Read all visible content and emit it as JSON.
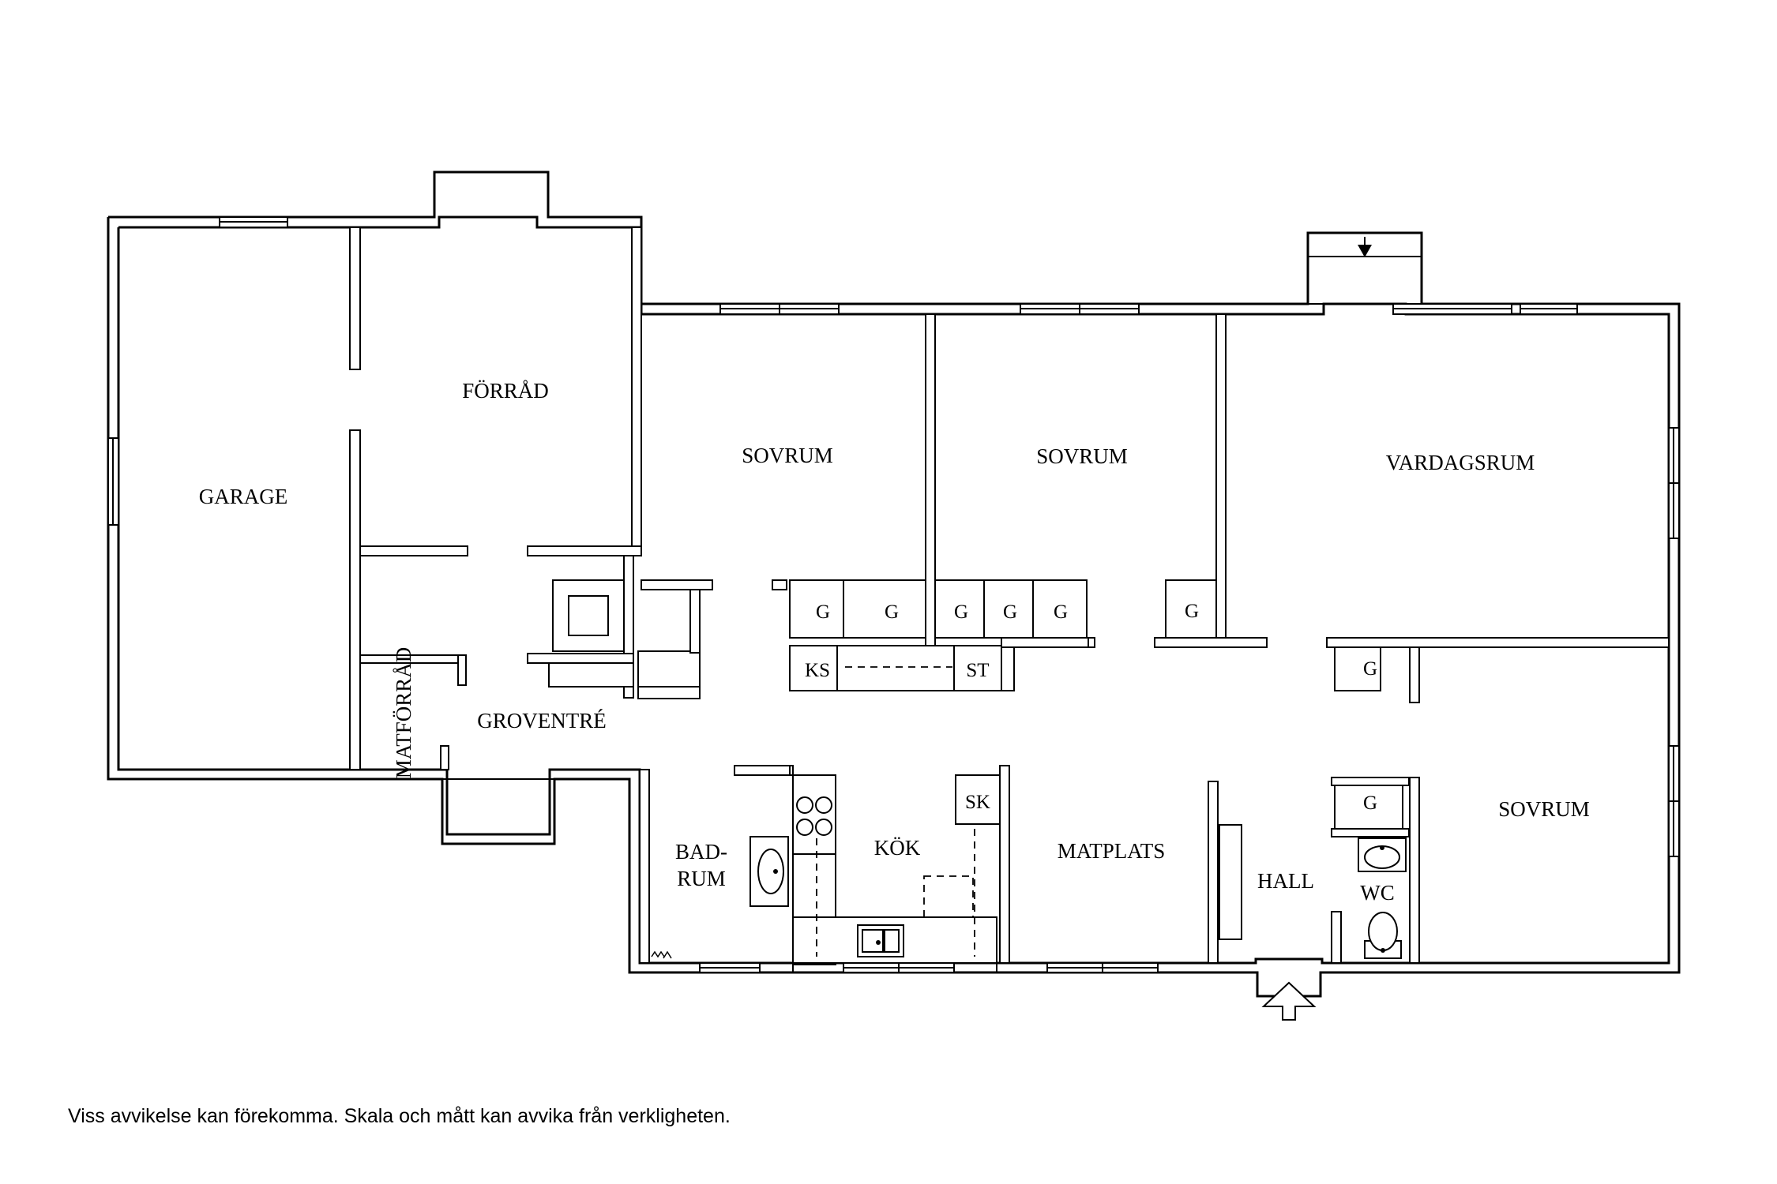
{
  "rooms": {
    "garage": "GARAGE",
    "forrad": "FÖRRÅD",
    "matforrad": "MATFÖRRÅD",
    "groventre": "GROVENTRÉ",
    "sovrum_1": "SOVRUM",
    "sovrum_2": "SOVRUM",
    "vardagsrum": "VARDAGSRUM",
    "sovrum_3": "SOVRUM",
    "badrum_line1": "BAD-",
    "badrum_line2": "RUM",
    "kok": "KÖK",
    "matplats": "MATPLATS",
    "hall": "HALL",
    "wc": "WC"
  },
  "fixtures": {
    "wardrobe": "G",
    "fridge_freezer": "KS",
    "stove_unit": "ST",
    "pantry_cabinet": "SK"
  },
  "disclaimer": "Viss avvikelse kan förekomma. Skala och mått kan avvika från verkligheten.",
  "icons": [
    "entrance-arrow-icon",
    "chimney-arrow-icon",
    "stove-icon",
    "sink-icon",
    "washbasin-icon",
    "toilet-icon"
  ]
}
